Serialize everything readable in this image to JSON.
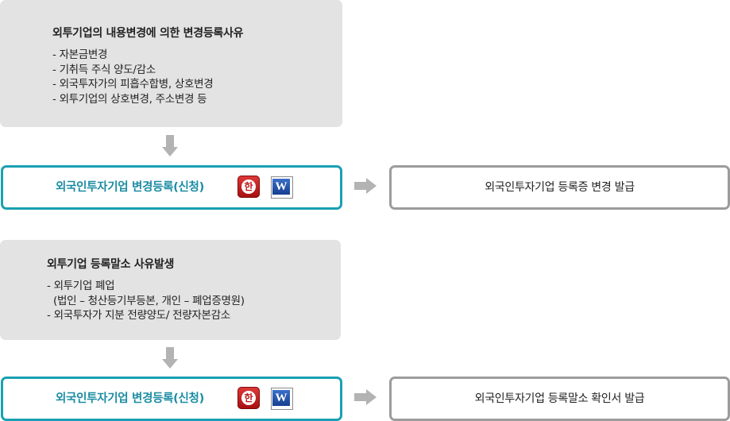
{
  "section1": {
    "title": "외투기업의 내용변경에 의한 변경등록사유",
    "items": [
      "- 자본금변경",
      "- 기취득 주식 양도/감소",
      "- 외국투자가의 피흡수합병, 상호변경",
      "- 외투기업의 상호변경, 주소변경 등"
    ],
    "apply_label": "외국인투자기업 변경등록(신청)",
    "result_label": "외국인투자기업 등록증 변경 발급"
  },
  "section2": {
    "title": "외투기업 등록말소 사유발생",
    "items": [
      "- 외투기업 폐업",
      "  (법인 – 청산등기부등본, 개인 – 폐업증명원)",
      "- 외국투자가 지분 전량양도/ 전량자본감소"
    ],
    "apply_label": "외국인투자기업 변경등록(신청)",
    "result_label": "외국인투자기업 등록말소 확인서 발급"
  },
  "icons": {
    "hwp": "hwp-file-icon",
    "word": "word-file-icon",
    "hwp_glyph": "한",
    "word_glyph": "W"
  },
  "colors": {
    "accent_border": "#1aa0b3",
    "accent_text": "#1b8da3",
    "gray_box": "#e3e3e3",
    "result_border": "#9c9c9c",
    "arrow": "#b3b3b3"
  }
}
